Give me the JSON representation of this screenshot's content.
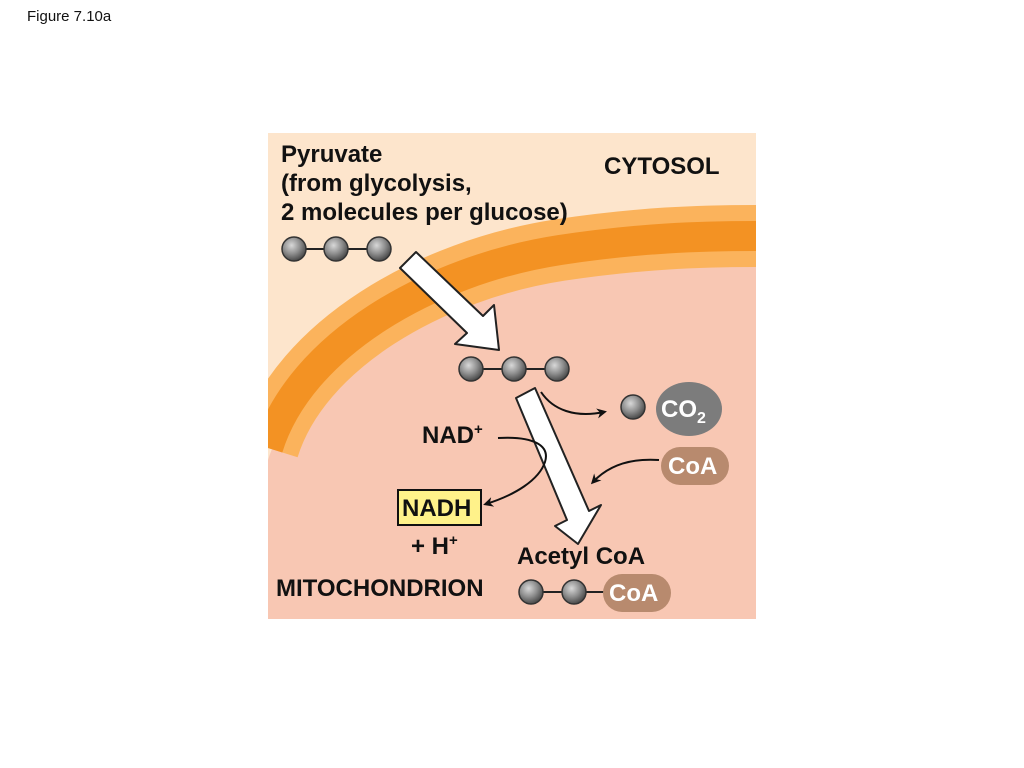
{
  "figure": {
    "caption": "Figure 7.10a"
  },
  "labels": {
    "pyruvate_line1": "Pyruvate",
    "pyruvate_line2": "(from glycolysis,",
    "pyruvate_line3": "2 molecules per glucose)",
    "cytosol": "CYTOSOL",
    "mitochondrion": "MITOCHONDRION",
    "nad": "NAD",
    "nad_sup": "+",
    "nadh": "NADH",
    "h_plus_prefix": "+ H",
    "h_plus_sup": "+",
    "co2_main": "CO",
    "co2_sub": "2",
    "coa_input": "CoA",
    "acetyl_coa": "Acetyl CoA",
    "coa_product": "CoA"
  },
  "colors": {
    "cytosol_bg": "#fde5cc",
    "mito_bg": "#f8c7b3",
    "membrane_outer": "#fbb35c",
    "membrane_core": "#f39223",
    "molecule": "#8a8a8a",
    "co2_pill": "#7c7c7c",
    "coa_pill": "#b88a6e",
    "nadh_box": "#fff28a"
  }
}
